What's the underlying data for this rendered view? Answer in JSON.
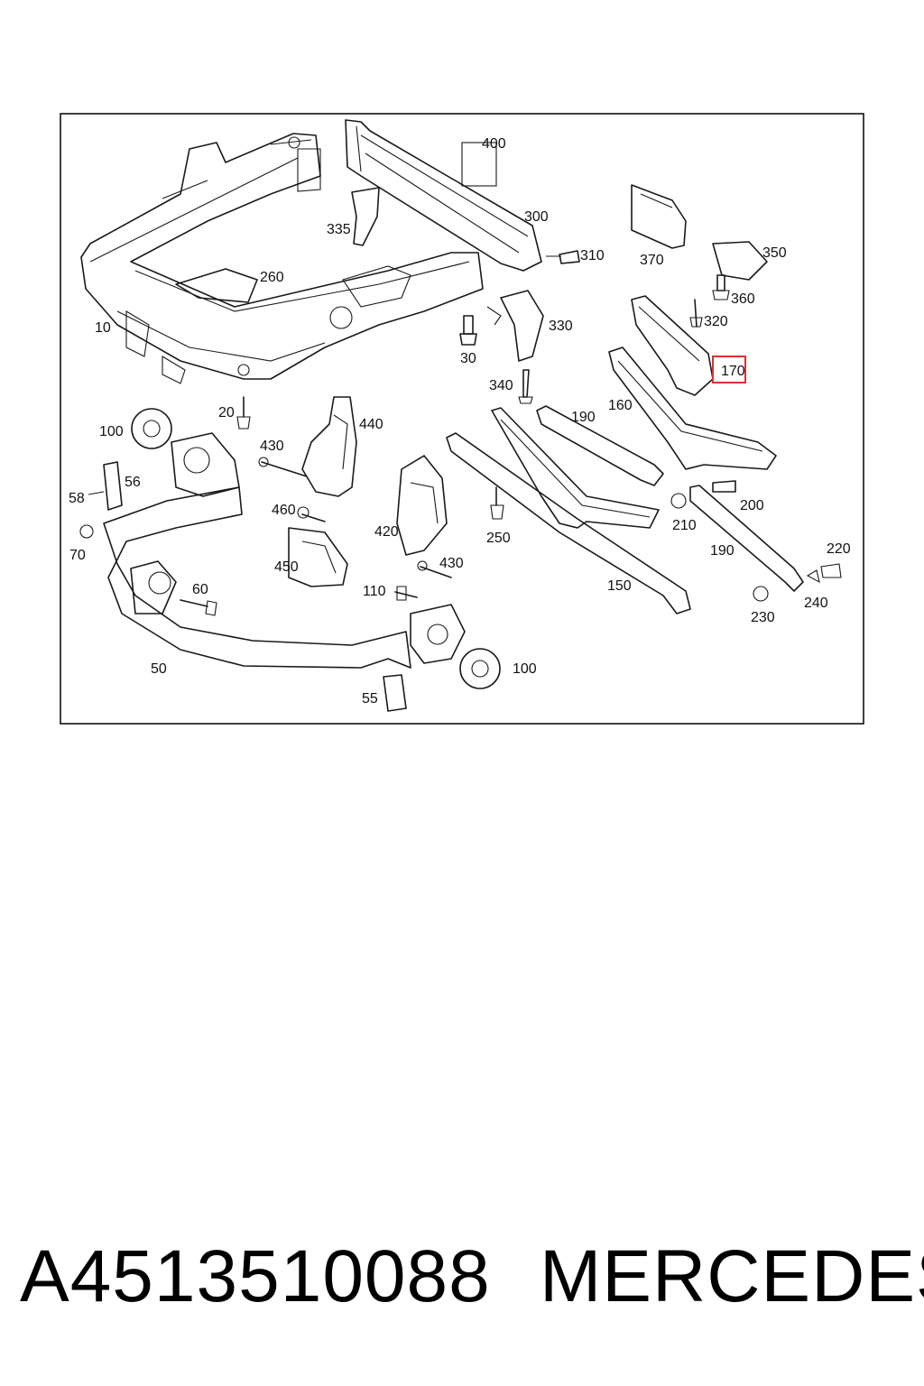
{
  "diagram": {
    "highlight_color": "#e0312f",
    "highlighted_part": "170",
    "labels": {
      "p10": "10",
      "p20": "20",
      "p30": "30",
      "p50": "50",
      "p55": "55",
      "p56": "56",
      "p58": "58",
      "p60": "60",
      "p70": "70",
      "p100a": "100",
      "p100b": "100",
      "p110": "110",
      "p150": "150",
      "p160": "160",
      "p170": "170",
      "p190a": "190",
      "p190b": "190",
      "p200": "200",
      "p210": "210",
      "p220": "220",
      "p230": "230",
      "p240": "240",
      "p250": "250",
      "p260": "260",
      "p300": "300",
      "p310": "310",
      "p320": "320",
      "p330": "330",
      "p335": "335",
      "p340": "340",
      "p350": "350",
      "p360": "360",
      "p370": "370",
      "p400": "400",
      "p420": "420",
      "p430a": "430",
      "p430b": "430",
      "p440": "440",
      "p450": "450",
      "p460": "460"
    }
  },
  "footer": {
    "part_number": "A4513510088",
    "brand": "MERCEDES"
  }
}
